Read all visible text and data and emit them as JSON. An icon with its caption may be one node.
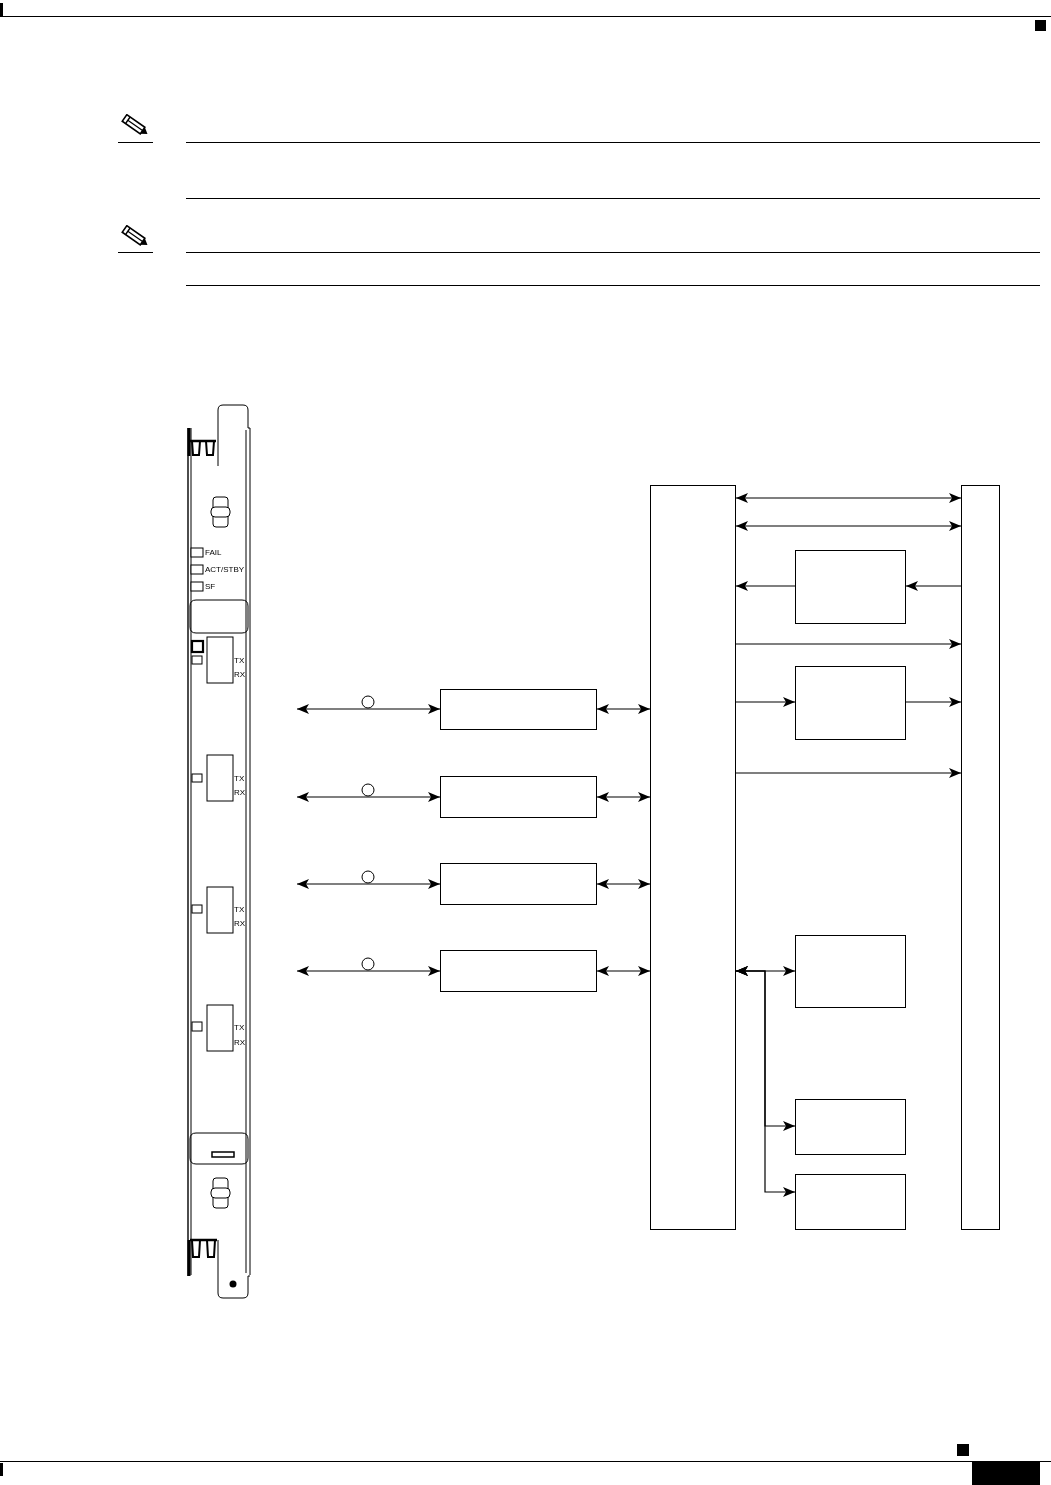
{
  "diagram": {
    "nodes": [
      {
        "text": [],
        "shape": "box"
      },
      {
        "text": [],
        "shape": "box"
      },
      {
        "text": [],
        "shape": "box"
      },
      {
        "text": [],
        "shape": "box"
      },
      {
        "text": [],
        "shape": "box"
      },
      {
        "text": [],
        "shape": "box"
      },
      {
        "text": [],
        "shape": "box"
      },
      {
        "text": [],
        "shape": "box"
      },
      {
        "text": [],
        "shape": "box"
      },
      {
        "text": [],
        "shape": "box"
      },
      {
        "text": [],
        "shape": "box"
      }
    ],
    "edges": [
      {
        "from": 0,
        "to": 1,
        "arrow": "both"
      },
      {
        "from": 0,
        "to": 1,
        "arrow": "both"
      },
      {
        "from": 1,
        "to": 2,
        "arrow": "to"
      },
      {
        "from": 2,
        "to": 0,
        "arrow": "to"
      },
      {
        "from": 0,
        "to": 1,
        "arrow": "to"
      },
      {
        "from": 0,
        "to": 3,
        "arrow": "to"
      },
      {
        "from": 3,
        "to": 1,
        "arrow": "to"
      },
      {
        "from": 0,
        "to": 1,
        "arrow": "to"
      },
      {
        "from": null,
        "to": 4,
        "arrow": "both"
      },
      {
        "from": null,
        "to": 5,
        "arrow": "both"
      },
      {
        "from": null,
        "to": 6,
        "arrow": "both"
      },
      {
        "from": null,
        "to": 7,
        "arrow": "both"
      },
      {
        "from": 4,
        "to": 0,
        "arrow": "both"
      },
      {
        "from": 5,
        "to": 0,
        "arrow": "both"
      },
      {
        "from": 6,
        "to": 0,
        "arrow": "both"
      },
      {
        "from": 7,
        "to": 0,
        "arrow": "both"
      },
      {
        "from": 0,
        "to": 8,
        "arrow": "both"
      },
      {
        "from": 0,
        "to": 9,
        "arrow": "both"
      },
      {
        "from": 0,
        "to": 10,
        "arrow": "both"
      }
    ],
    "labels": [
      "FAIL",
      "ACT/STBY",
      "SF",
      "TX",
      "RX",
      "TX",
      "RX",
      "TX",
      "RX",
      "TX",
      "RX"
    ]
  }
}
